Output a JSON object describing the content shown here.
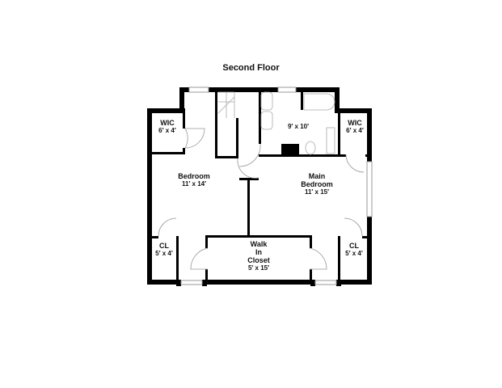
{
  "title": "Second Floor",
  "rooms": {
    "wic_left": {
      "name": "WIC",
      "dims": "6′ x 4′"
    },
    "bath": {
      "name": "",
      "dims": "9′ x 10′"
    },
    "wic_right": {
      "name": "WIC",
      "dims": "6′ x 4′"
    },
    "bedroom": {
      "name": "Bedroom",
      "dims": "11′ x 14′"
    },
    "main_bedroom": {
      "name_line1": "Main",
      "name_line2": "Bedroom",
      "dims": "11′ x 15′"
    },
    "cl_left": {
      "name": "CL",
      "dims": "5′ x 4′"
    },
    "walk_in_closet": {
      "name_line1": "Walk",
      "name_line2": "In",
      "name_line3": "Closet",
      "dims": "5′ x 15′"
    },
    "cl_right": {
      "name": "CL",
      "dims": "5′ x 4′"
    }
  },
  "colors": {
    "wall": "#000000",
    "fixture": "#9a9a9a",
    "window": "#cfcfcf"
  }
}
